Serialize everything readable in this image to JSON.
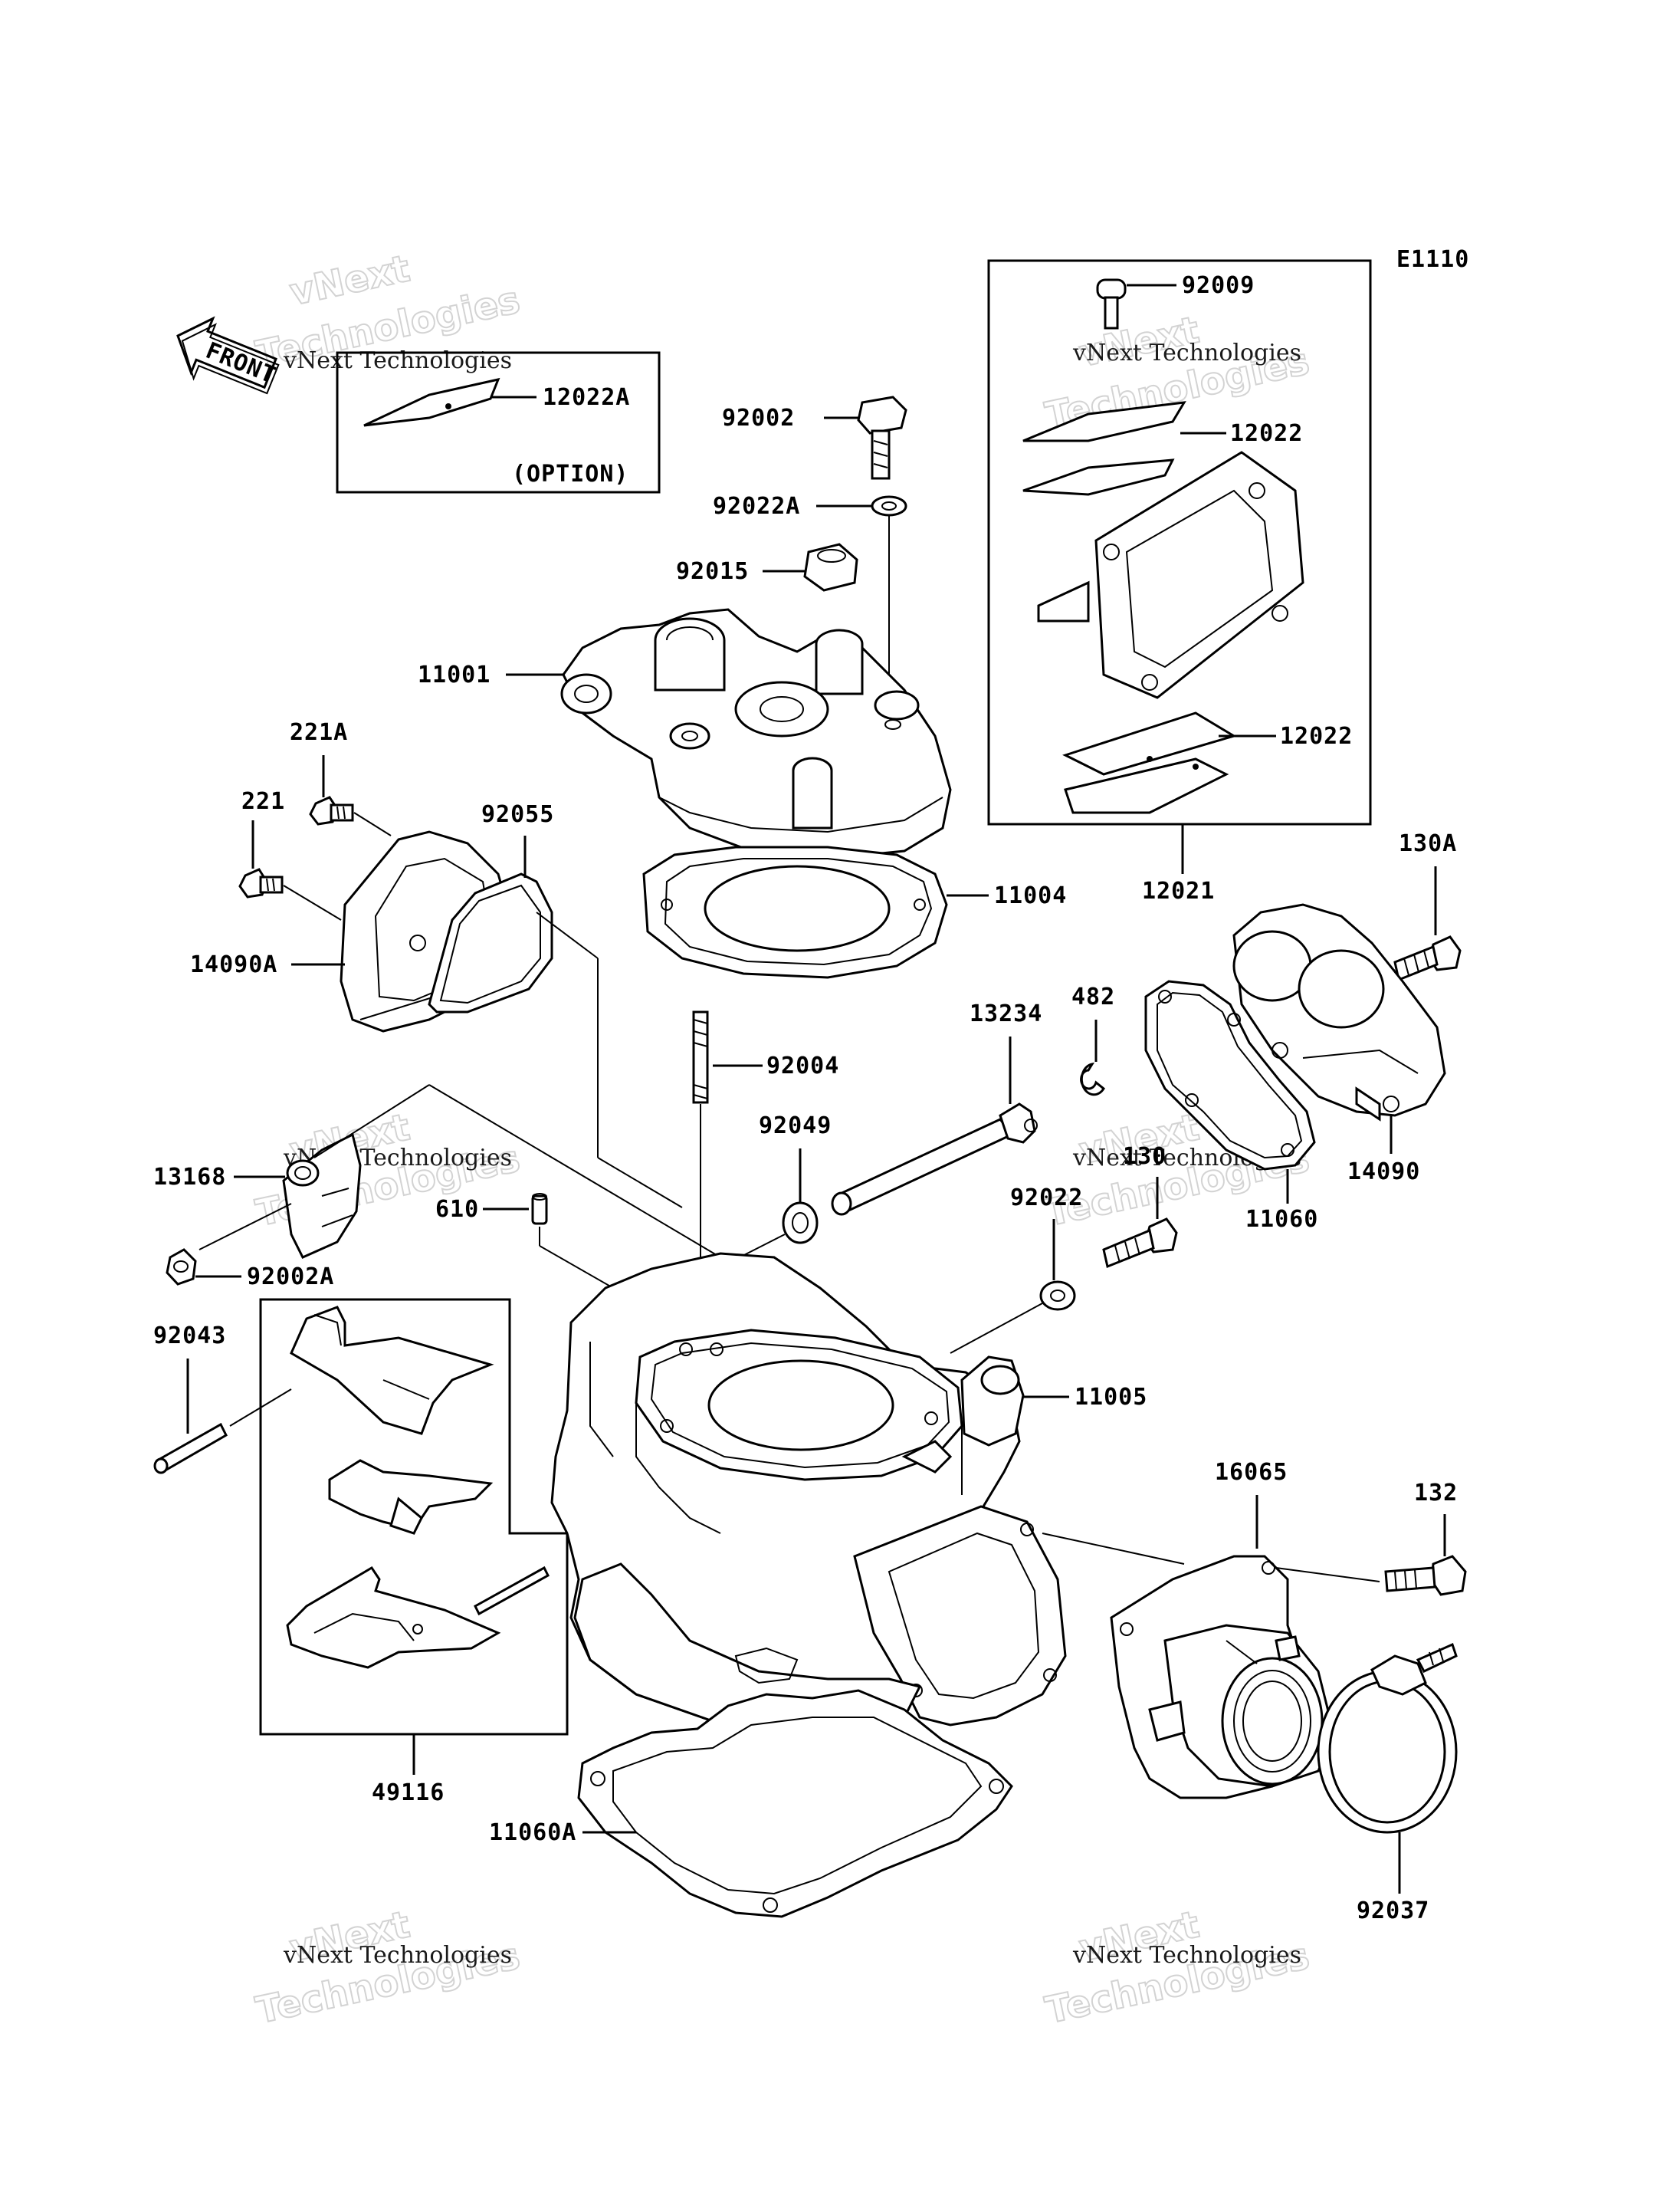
{
  "diagram_code": "E1110",
  "front_label": "FRONT",
  "option_label": "(OPTION)",
  "watermark": {
    "line1": "vNext Technologies",
    "line2": "vNext",
    "line3": "Technologies"
  },
  "parts": {
    "p92009": "92009",
    "p12022A": "12022A",
    "p92002": "92002",
    "p12022_top": "12022",
    "p92022A": "92022A",
    "p92015": "92015",
    "p11001": "11001",
    "p12022_mid": "12022",
    "p221A": "221A",
    "p221": "221",
    "p92055": "92055",
    "p12021": "12021",
    "p130A": "130A",
    "p11004": "11004",
    "p14090A": "14090A",
    "p13234": "13234",
    "p482": "482",
    "p92004": "92004",
    "p92049": "92049",
    "p13168": "13168",
    "p14090": "14090",
    "p130": "130",
    "p11060": "11060",
    "p610": "610",
    "p92022": "92022",
    "p92002A": "92002A",
    "p92043": "92043",
    "p11005": "11005",
    "p16065": "16065",
    "p132": "132",
    "p49116": "49116",
    "p11060A": "11060A",
    "p92037": "92037"
  }
}
